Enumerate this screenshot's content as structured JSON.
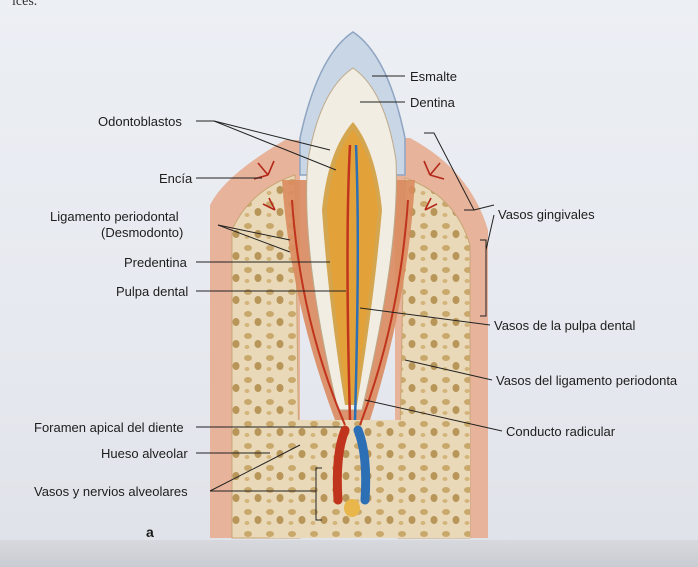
{
  "header": {
    "fragment": "ices."
  },
  "figure_letter": "a",
  "labels": {
    "odontoblastos": "Odontoblastos",
    "encia": "Encía",
    "ligamento_line1": "Ligamento periodontal",
    "ligamento_line2": "(Desmodonto)",
    "predentina": "Predentina",
    "pulpa": "Pulpa dental",
    "foramen": "Foramen apical del diente",
    "hueso": "Hueso alveolar",
    "vasos_nervios": "Vasos y nervios alveolares",
    "esmalte": "Esmalte",
    "dentina": "Dentina",
    "vasos_gingivales": "Vasos gingivales",
    "vasos_pulpa": "Vasos de la pulpa dental",
    "vasos_ligamento": "Vasos del ligamento periodonta",
    "conducto": "Conducto radicular"
  },
  "colors": {
    "enamel": "#c9d6e6",
    "dentin": "#f1ede2",
    "pulp": "#e3a13a",
    "gum": "#e7b39a",
    "bone": "#e8dcc0",
    "artery": "#c0341d",
    "vein": "#2c6fb5"
  }
}
